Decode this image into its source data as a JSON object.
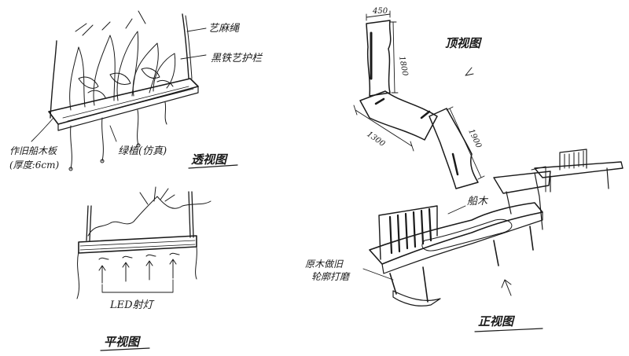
{
  "labels": {
    "rope": "艺麻绳",
    "black_iron_guard": "黑铁艺护栏",
    "plant_bed": "作旧船木板",
    "plant_bed_thickness": "(厚度:6cm)",
    "greenery": "绿植(仿真)",
    "perspective_view": "透视图",
    "led_light": "LED射灯",
    "elevation_view": "平视图",
    "top_view": "顶视图",
    "boat_wood_top": "船木",
    "old_wood_legs": "原木做旧",
    "legs_detail": "轮廓打磨",
    "axon_view": "正视图"
  },
  "dimensions": {
    "width_top": "450",
    "length_a": "1800",
    "length_b": "1300",
    "length_c": "1900"
  }
}
